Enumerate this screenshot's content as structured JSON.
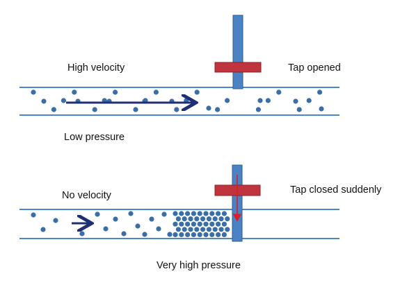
{
  "labels": {
    "top_left": "High velocity",
    "top_right": "Tap opened",
    "top_bottom": "Low pressure",
    "bottom_left": "No velocity",
    "bottom_right": "Tap closed suddenly",
    "bottom_bottom": "Very high pressure"
  },
  "colors": {
    "pipe_line": "#4a86c8",
    "particle": "#3a6ea8",
    "tap_stem": "#4b82c3",
    "tap_stem_edge": "#2f5f93",
    "tap_handle": "#c0353d",
    "tap_handle_edge": "#8e2228",
    "flow_arrow": "#1f2f73",
    "pressure_arrow": "#d81f2a"
  },
  "icons": {
    "flow_direction": "arrow-right-icon",
    "pressure_direction": "arrow-down-icon",
    "valve": "tap-valve-icon"
  }
}
